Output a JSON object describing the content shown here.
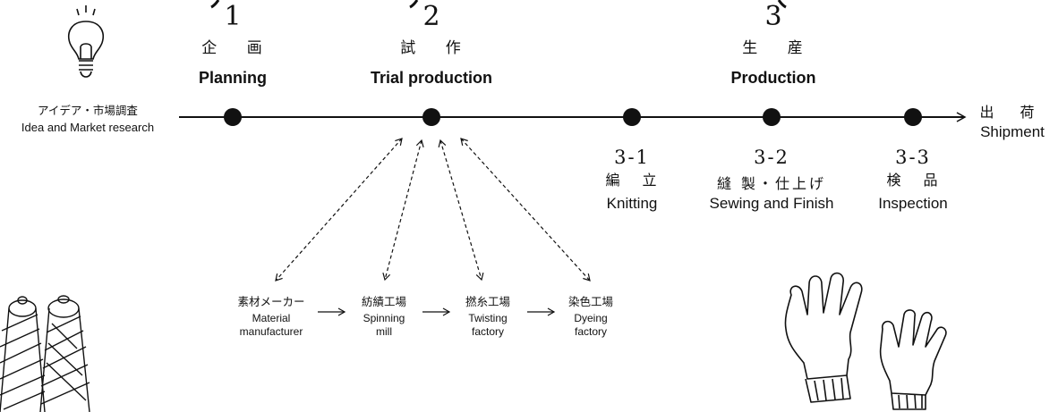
{
  "stages": [
    {
      "num": "1",
      "ja": "企 画",
      "en": "Planning"
    },
    {
      "num": "2",
      "ja": "試 作",
      "en": "Trial production"
    },
    {
      "num": "3",
      "ja": "生 産",
      "en": "Production"
    }
  ],
  "start": {
    "ja": "アイデア・市場調査",
    "en": "Idea and Market research"
  },
  "end": {
    "ja": "出 荷",
    "en": "Shipment"
  },
  "substeps": [
    {
      "num": "3-1",
      "ja": "編 立",
      "en": "Knitting"
    },
    {
      "num": "3-2",
      "ja": "縫 製・仕上げ",
      "en": "Sewing and Finish"
    },
    {
      "num": "3-3",
      "ja": "検 品",
      "en": "Inspection"
    }
  ],
  "suppliers": [
    {
      "ja": "素材メーカー",
      "en1": "Material",
      "en2": "manufacturer"
    },
    {
      "ja": "紡績工場",
      "en1": "Spinning",
      "en2": "mill"
    },
    {
      "ja": "撚糸工場",
      "en1": "Twisting",
      "en2": "factory"
    },
    {
      "ja": "染色工場",
      "en1": "Dyeing",
      "en2": "factory"
    }
  ],
  "icons": {
    "idea": "lightbulb-icon",
    "yarn": "yarn-cones-icon",
    "product": "gloves-icon"
  },
  "colors": {
    "ink": "#111111",
    "background": "#ffffff"
  }
}
